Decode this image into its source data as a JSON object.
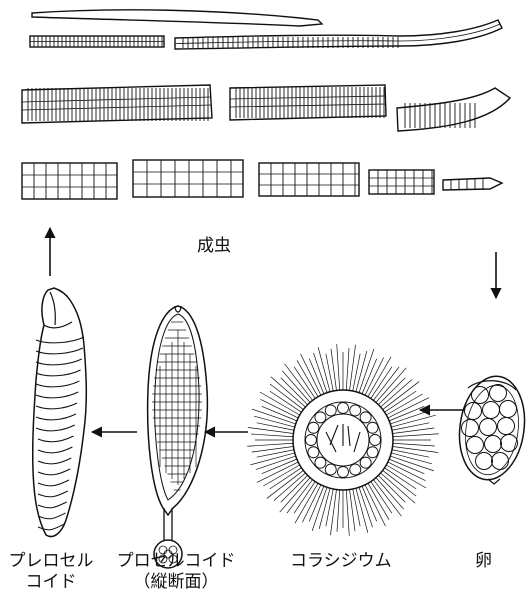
{
  "colors": {
    "ink": "#111111",
    "background": "#ffffff"
  },
  "labels": {
    "adult": "成虫",
    "egg": "卵",
    "coracidium": "コラシジウム",
    "procercoid_line1": "プロセルコイド",
    "procercoid_line2": "（縦断面）",
    "plerocercoid_line1": "プレロセル",
    "plerocercoid_line2": "コイド"
  },
  "icons": [
    "arrow-up",
    "arrow-down",
    "arrow-left",
    "arrow-left",
    "arrow-left"
  ]
}
